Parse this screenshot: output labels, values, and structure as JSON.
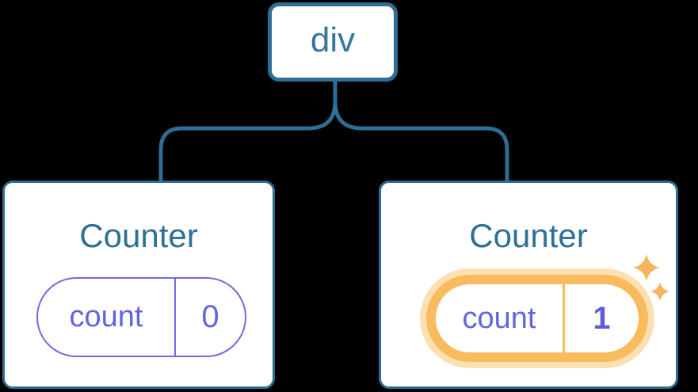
{
  "diagram": {
    "description": "React component tree showing isolated state of two Counter siblings",
    "root": {
      "label": "div"
    },
    "children": [
      {
        "title": "Counter",
        "state": {
          "key": "count",
          "value": "0"
        },
        "highlighted": false
      },
      {
        "title": "Counter",
        "state": {
          "key": "count",
          "value": "1"
        },
        "highlighted": true
      }
    ],
    "icons": {
      "sparkle": "four-point-star"
    },
    "colors": {
      "background": "#000000",
      "node_fill": "#FFFFFF",
      "node_border": "#2D6E96",
      "node_text": "#2E7096",
      "root_text": "#35789F",
      "connector": "#2D6E96",
      "state_purple": "#6464E0",
      "state_purple_border": "#6D6DE4",
      "highlight_orange": "#F8BC5E",
      "highlight_glow": "#FCE0B3",
      "sparkle": "#F6B45C"
    }
  }
}
